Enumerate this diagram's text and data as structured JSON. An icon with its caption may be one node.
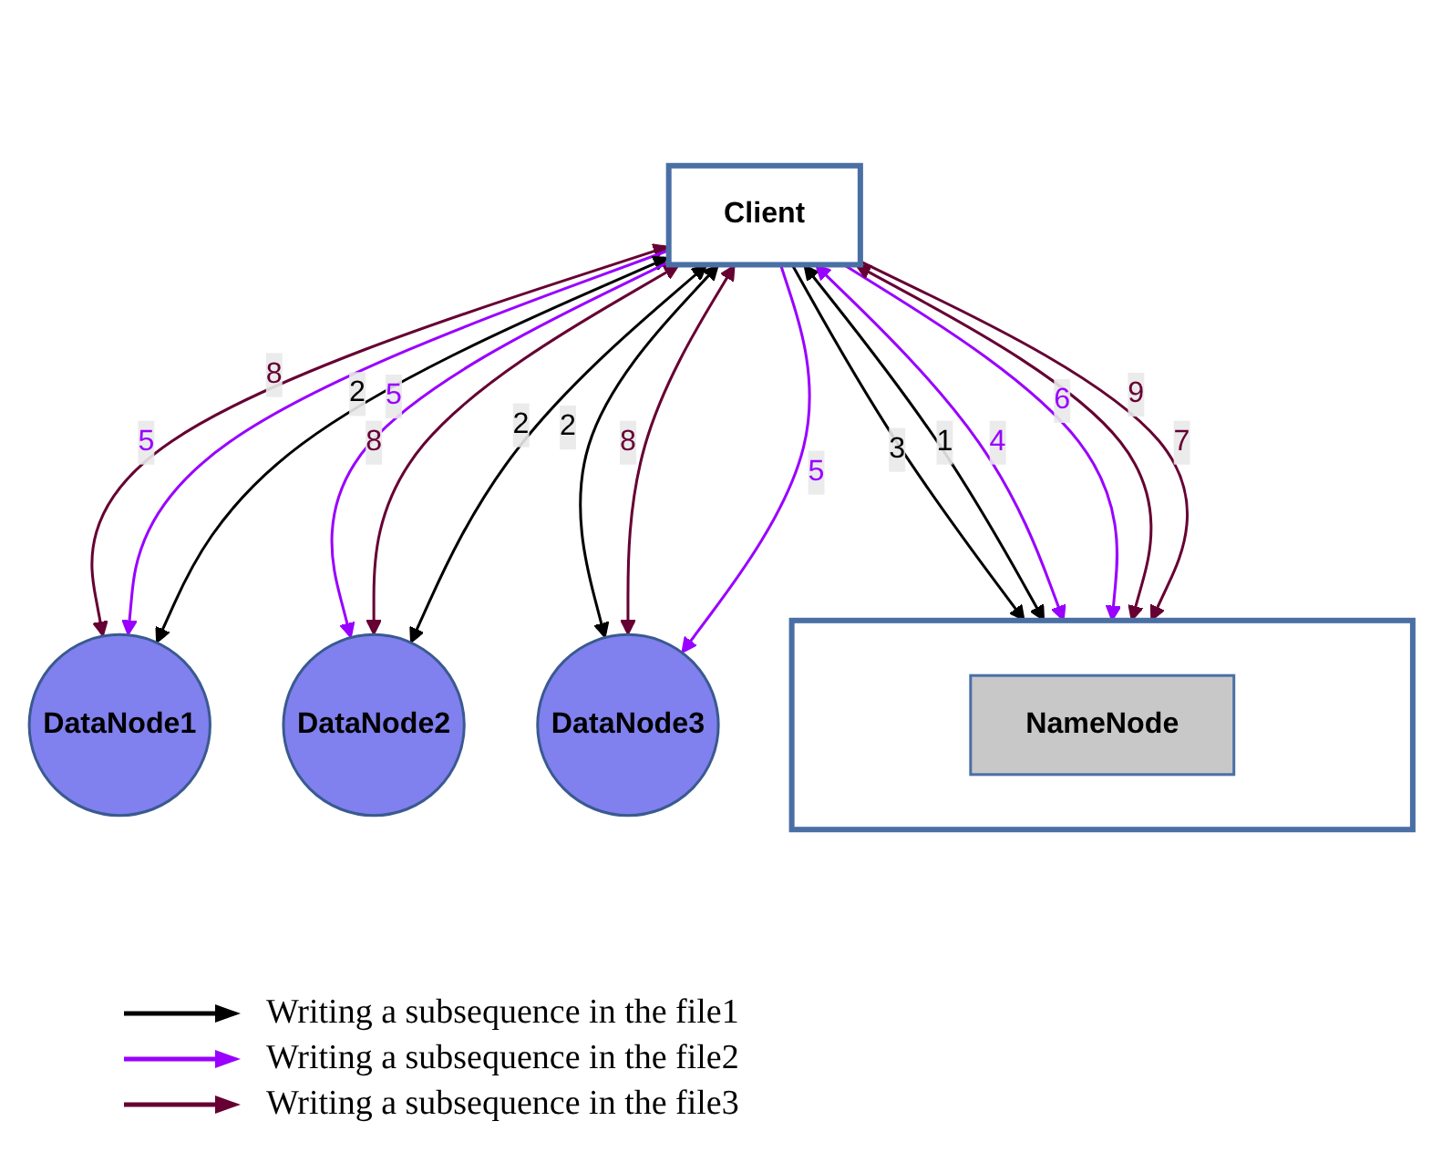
{
  "diagram": {
    "nodes": [
      {
        "text": [
          "Client"
        ]
      },
      {
        "text": [],
        "shape": "box"
      },
      {
        "text": [
          "NameNode"
        ],
        "in": 1
      },
      {
        "text": [
          "DataNode1"
        ]
      },
      {
        "text": [
          "DataNode2"
        ]
      },
      {
        "text": [
          "DataNode3"
        ]
      }
    ],
    "edges": [
      {
        "from": 0,
        "to": 1,
        "arrow": "to",
        "label": "3",
        "color": "#000000"
      },
      {
        "from": 0,
        "to": 1,
        "arrow": "both",
        "label": "1",
        "color": "#000000"
      },
      {
        "from": 0,
        "to": 1,
        "arrow": "both",
        "label": "4",
        "color": "#9900ff"
      },
      {
        "from": 0,
        "to": 1,
        "arrow": "to",
        "label": "6",
        "color": "#9900ff"
      },
      {
        "from": 0,
        "to": 1,
        "arrow": "both",
        "label": "7",
        "color": "#660033"
      },
      {
        "from": 0,
        "to": 1,
        "arrow": "to",
        "label": "9",
        "color": "#660033"
      },
      {
        "from": 0,
        "to": 3,
        "arrow": "both",
        "label": "8",
        "color": "#660033"
      },
      {
        "from": 0,
        "to": 3,
        "arrow": "to",
        "label": "5",
        "color": "#9900ff"
      },
      {
        "from": 0,
        "to": 3,
        "arrow": "both",
        "label": "2",
        "color": "#000000"
      },
      {
        "from": 0,
        "to": 4,
        "arrow": "to",
        "label": "5",
        "color": "#9900ff"
      },
      {
        "from": 0,
        "to": 4,
        "arrow": "both",
        "label": "8",
        "color": "#660033"
      },
      {
        "from": 0,
        "to": 4,
        "arrow": "both",
        "label": "2",
        "color": "#000000"
      },
      {
        "from": 0,
        "to": 5,
        "arrow": "both",
        "label": "2",
        "color": "#000000"
      },
      {
        "from": 0,
        "to": 5,
        "arrow": "both",
        "label": "8",
        "color": "#660033"
      },
      {
        "from": 0,
        "to": 5,
        "arrow": "to",
        "label": "5",
        "color": "#9900ff"
      }
    ],
    "legend": [
      {
        "text": "Writing a subsequence in the file1"
      },
      {
        "text": "Writing a subsequence in the file2"
      },
      {
        "text": "Writing a subsequence in the file3"
      }
    ]
  }
}
